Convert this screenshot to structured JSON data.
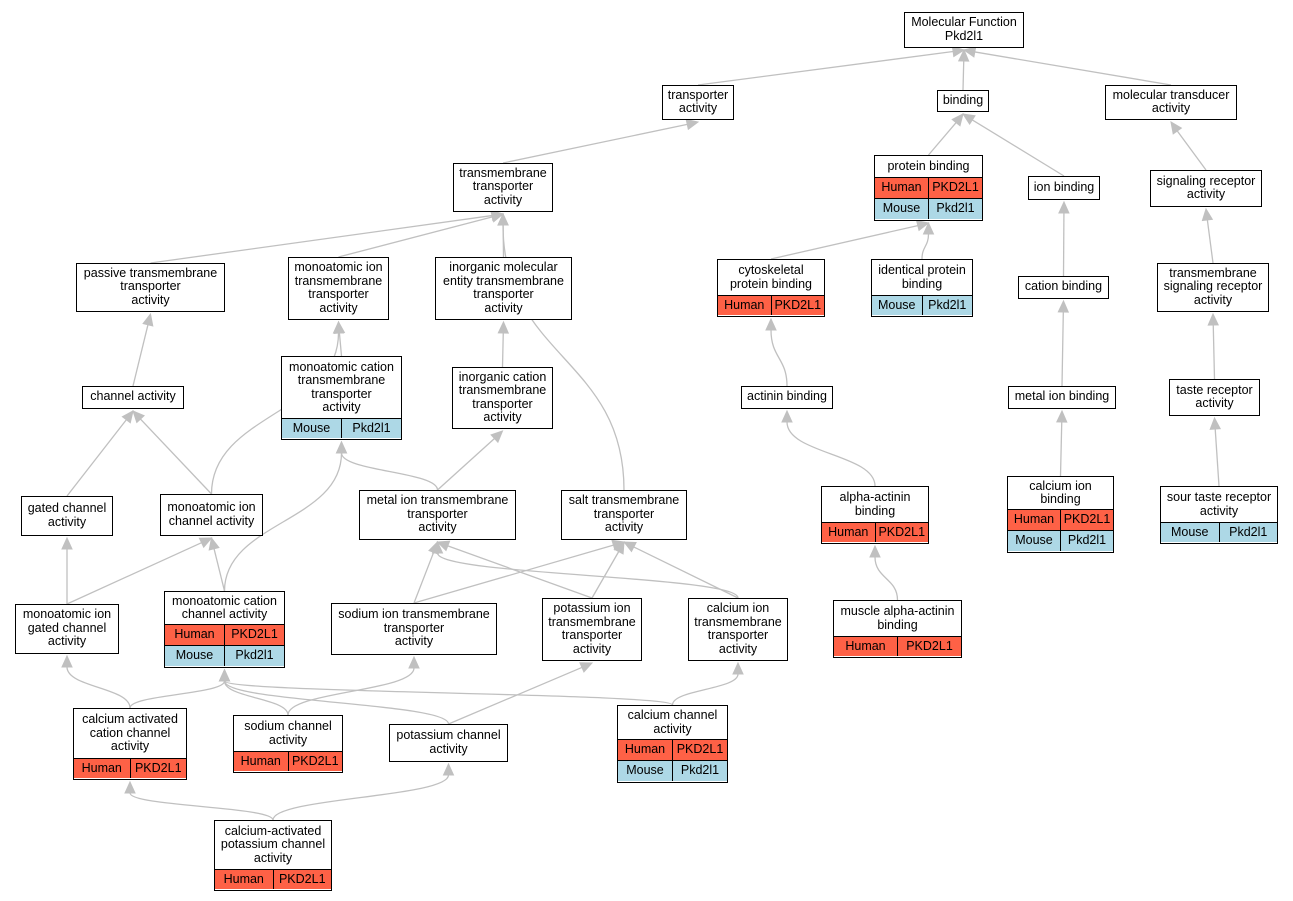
{
  "colors": {
    "edge": "#c0c0c0",
    "human": "#fe6146",
    "mouse": "#add8e6",
    "border": "#000000"
  },
  "nodes": {
    "mf_root": {
      "label": "Molecular Function\nPkd2l1"
    },
    "transporter_activity": {
      "label": "transporter\nactivity"
    },
    "binding": {
      "label": "binding"
    },
    "molecular_transducer": {
      "label": "molecular transducer\nactivity"
    },
    "transmembrane_transporter": {
      "label": "transmembrane\ntransporter\nactivity"
    },
    "protein_binding": {
      "label": "protein binding",
      "rows": [
        {
          "species": "Human",
          "gene": "PKD2L1"
        },
        {
          "species": "Mouse",
          "gene": "Pkd2l1"
        }
      ]
    },
    "ion_binding": {
      "label": "ion binding"
    },
    "signaling_receptor": {
      "label": "signaling receptor\nactivity"
    },
    "passive_transmembrane": {
      "label": "passive transmembrane\ntransporter\nactivity"
    },
    "monoatomic_ion_tt": {
      "label": "monoatomic ion\ntransmembrane\ntransporter\nactivity"
    },
    "inorganic_molecular": {
      "label": "inorganic molecular\nentity transmembrane\ntransporter\nactivity"
    },
    "cytoskeletal_binding": {
      "label": "cytoskeletal\nprotein binding",
      "rows": [
        {
          "species": "Human",
          "gene": "PKD2L1"
        }
      ]
    },
    "identical_protein": {
      "label": "identical protein\nbinding",
      "rows": [
        {
          "species": "Mouse",
          "gene": "Pkd2l1"
        }
      ]
    },
    "cation_binding": {
      "label": "cation binding"
    },
    "tm_signaling_receptor": {
      "label": "transmembrane\nsignaling receptor\nactivity"
    },
    "monoatomic_cation_tt": {
      "label": "monoatomic cation\ntransmembrane\ntransporter\nactivity",
      "rows": [
        {
          "species": "Mouse",
          "gene": "Pkd2l1"
        }
      ]
    },
    "inorganic_cation_tt": {
      "label": "inorganic cation\ntransmembrane\ntransporter\nactivity"
    },
    "channel_activity": {
      "label": "channel activity"
    },
    "actinin_binding": {
      "label": "actinin binding"
    },
    "metal_ion_binding": {
      "label": "metal ion binding"
    },
    "taste_receptor": {
      "label": "taste receptor\nactivity"
    },
    "gated_channel": {
      "label": "gated channel\nactivity"
    },
    "monoatomic_ion_channel": {
      "label": "monoatomic ion\nchannel activity"
    },
    "metal_ion_tt": {
      "label": "metal ion transmembrane\ntransporter\nactivity"
    },
    "salt_tt": {
      "label": "salt transmembrane\ntransporter\nactivity"
    },
    "alpha_actinin_binding": {
      "label": "alpha-actinin\nbinding",
      "rows": [
        {
          "species": "Human",
          "gene": "PKD2L1"
        }
      ]
    },
    "calcium_ion_binding": {
      "label": "calcium ion\nbinding",
      "rows": [
        {
          "species": "Human",
          "gene": "PKD2L1"
        },
        {
          "species": "Mouse",
          "gene": "Pkd2l1"
        }
      ]
    },
    "sour_taste_receptor": {
      "label": "sour taste receptor\nactivity",
      "rows": [
        {
          "species": "Mouse",
          "gene": "Pkd2l1"
        }
      ]
    },
    "monoatomic_ion_gated": {
      "label": "monoatomic ion\ngated channel\nactivity"
    },
    "monoatomic_cation_channel": {
      "label": "monoatomic cation\nchannel activity",
      "rows": [
        {
          "species": "Human",
          "gene": "PKD2L1"
        },
        {
          "species": "Mouse",
          "gene": "Pkd2l1"
        }
      ]
    },
    "sodium_ion_tt": {
      "label": "sodium ion transmembrane\ntransporter\nactivity"
    },
    "potassium_ion_tt": {
      "label": "potassium ion\ntransmembrane\ntransporter\nactivity"
    },
    "calcium_ion_tt": {
      "label": "calcium ion\ntransmembrane\ntransporter\nactivity"
    },
    "muscle_alpha_actinin": {
      "label": "muscle alpha-actinin\nbinding",
      "rows": [
        {
          "species": "Human",
          "gene": "PKD2L1"
        }
      ]
    },
    "calcium_activated_cation": {
      "label": "calcium activated\ncation channel\nactivity",
      "rows": [
        {
          "species": "Human",
          "gene": "PKD2L1"
        }
      ]
    },
    "sodium_channel": {
      "label": "sodium channel\nactivity",
      "rows": [
        {
          "species": "Human",
          "gene": "PKD2L1"
        }
      ]
    },
    "potassium_channel": {
      "label": "potassium channel\nactivity"
    },
    "calcium_channel": {
      "label": "calcium channel\nactivity",
      "rows": [
        {
          "species": "Human",
          "gene": "PKD2L1"
        },
        {
          "species": "Mouse",
          "gene": "Pkd2l1"
        }
      ]
    },
    "calcium_activated_potassium": {
      "label": "calcium-activated\npotassium channel\nactivity",
      "rows": [
        {
          "species": "Human",
          "gene": "PKD2L1"
        }
      ]
    }
  }
}
